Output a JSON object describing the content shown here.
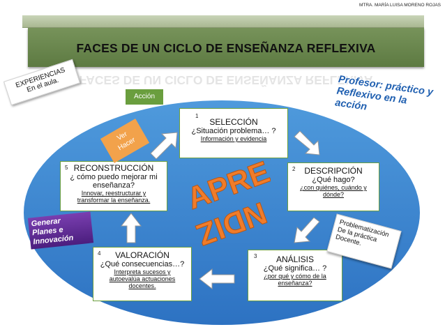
{
  "credit": "MTRA. MARÍA LUISA MORENO ROJAS",
  "header": {
    "title": "FACES DE UN CICLO DE ENSEÑANZA REFLEXIVA"
  },
  "labels": {
    "experiencias_line1": "EXPERIENCIAS",
    "experiencias_line2": "En el aula.",
    "accion": "Acción",
    "ver": "Ver",
    "hacer": "Hacer",
    "profesor_line1": "Profesor: práctico y",
    "profesor_line2": "Reflexivo en la acción",
    "generar_line1": "Generar",
    "generar_line2": "Planes e",
    "generar_line3": "Innovación",
    "problem_line1": "Problematización",
    "problem_line2": "De la práctica",
    "problem_line3": "Docente.",
    "aprende_top": "APRE",
    "aprende_bottom": "NDIZ"
  },
  "phases": [
    {
      "num": "1",
      "title": "SELECCIÓN",
      "question": "¿Situación problema… ?",
      "detail": "Información y evidencia"
    },
    {
      "num": "2",
      "title": "DESCRIPCIÓN",
      "question": "¿Qué hago?",
      "detail": "¿con quiénes, cuándo y dónde?"
    },
    {
      "num": "3",
      "title": "ANÁLISIS",
      "question": "¿Qué significa… ?",
      "detail": "¿por qué y cómo de la enseñanza?"
    },
    {
      "num": "4",
      "title": "VALORACIÓN",
      "question": "¿Qué consecuencias…?",
      "detail_line1": "Interpreta sucesos y",
      "detail_line2": "autoevalúa actuaciones",
      "detail_line3": "docentes."
    },
    {
      "num": "5",
      "title": "RECONSTRUCCIÓN",
      "question_line1": "¿ cómo puedo mejorar mi",
      "question_line2": "enseñanza?",
      "detail_line1": "Innovar, reestructurar y",
      "detail_line2": "transformar la enseñanza."
    }
  ],
  "colors": {
    "header": "#6a8a4d",
    "ellipse": "#3a82cf",
    "box_border": "#6a9e3e",
    "aprende": "#f07c2a",
    "accion_bg": "#6a9e3e",
    "ver_hacer_bg": "#f2a24b",
    "profesor_text": "#1f5fb0",
    "generar_bg": "#5a2a90"
  }
}
